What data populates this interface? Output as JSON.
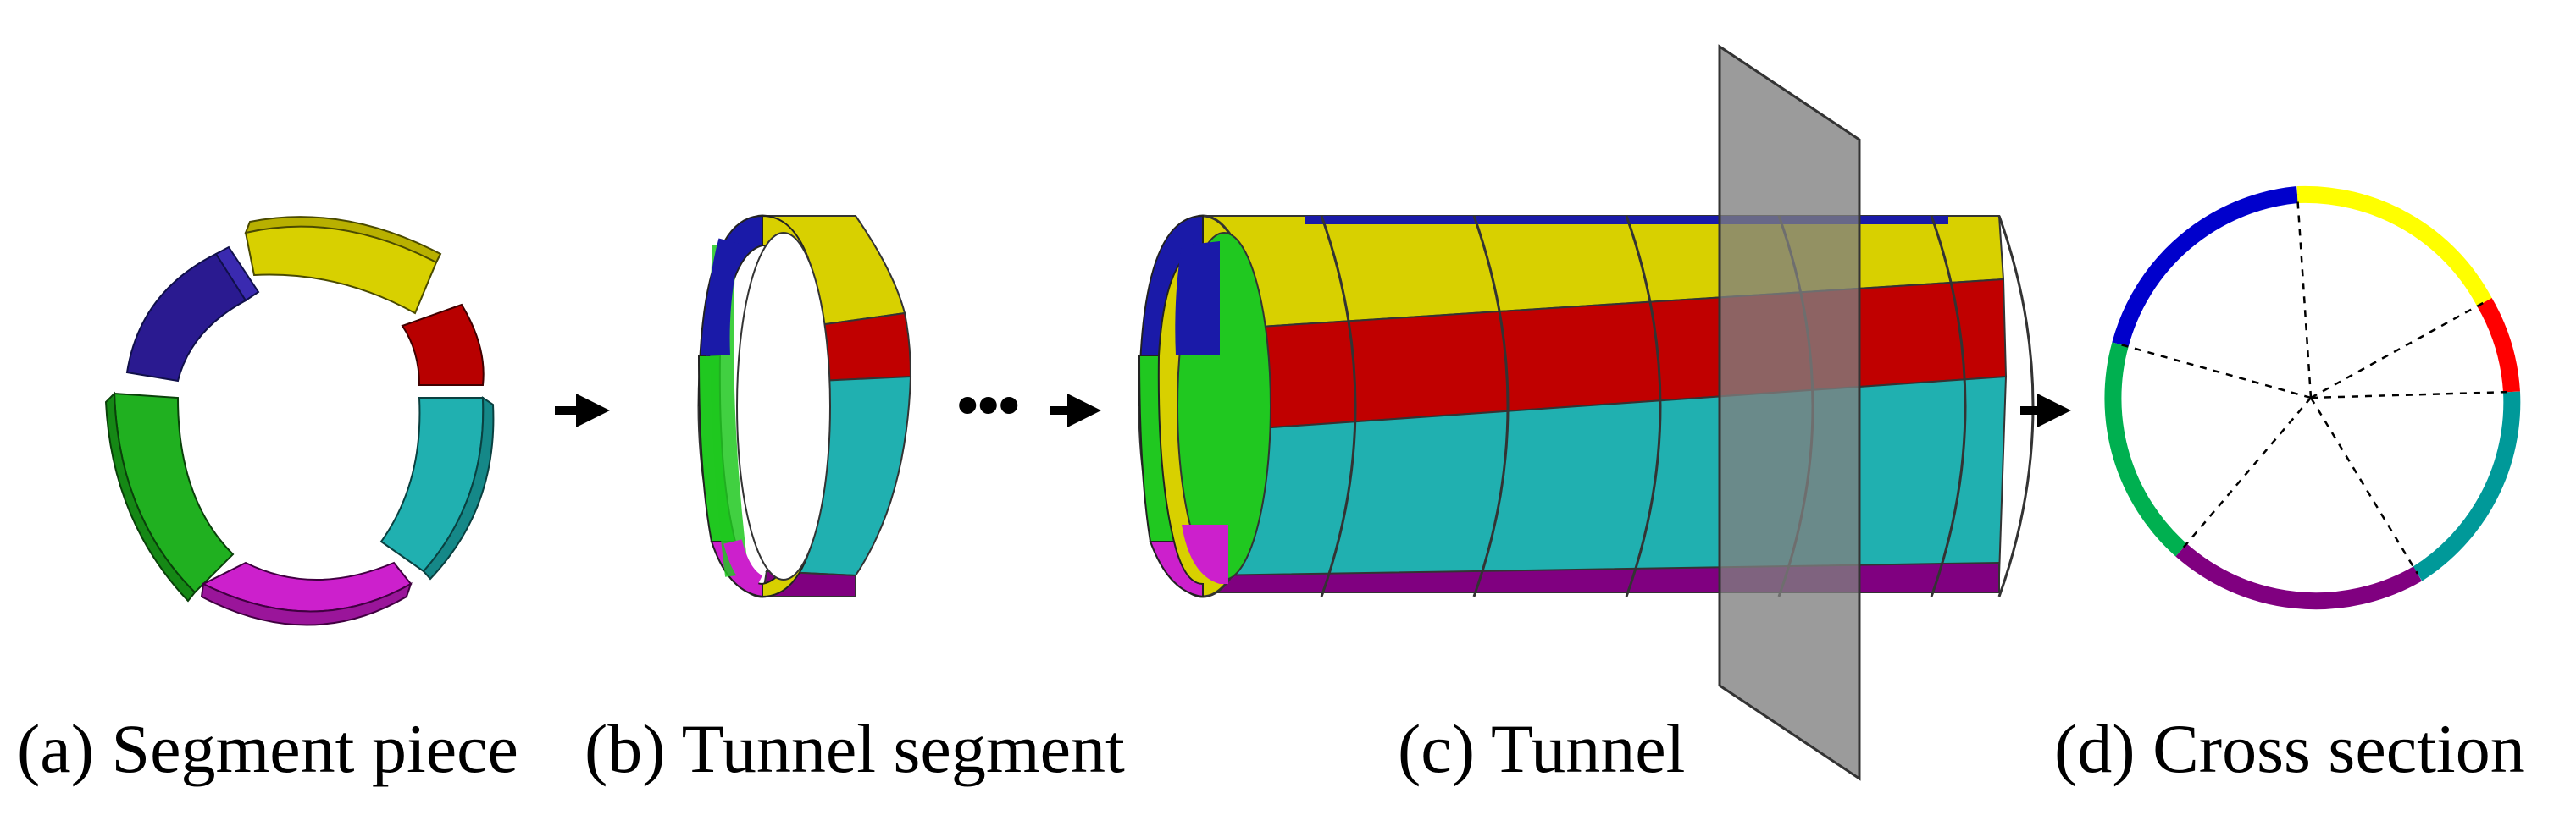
{
  "panels": {
    "a": {
      "caption": "(a) Segment piece"
    },
    "b": {
      "caption": "(b) Tunnel segment"
    },
    "c": {
      "caption": "(c) Tunnel"
    },
    "d": {
      "caption": "(d) Cross section"
    }
  },
  "connector_symbol": "•••",
  "colors": {
    "blue": "#1a1aa8",
    "dark_blue": "#2a1a90",
    "yellow": "#d8d000",
    "yellow_bright": "#ffff00",
    "red": "#c00000",
    "red_bright": "#ff0000",
    "teal": "#20b0b0",
    "teal_cross": "#009999",
    "green": "#20b020",
    "green_cross": "#00b050",
    "magenta": "#cc20cc",
    "purple": "#800080",
    "plane_gray": "#7f7f7f",
    "arrow": "#000000"
  }
}
